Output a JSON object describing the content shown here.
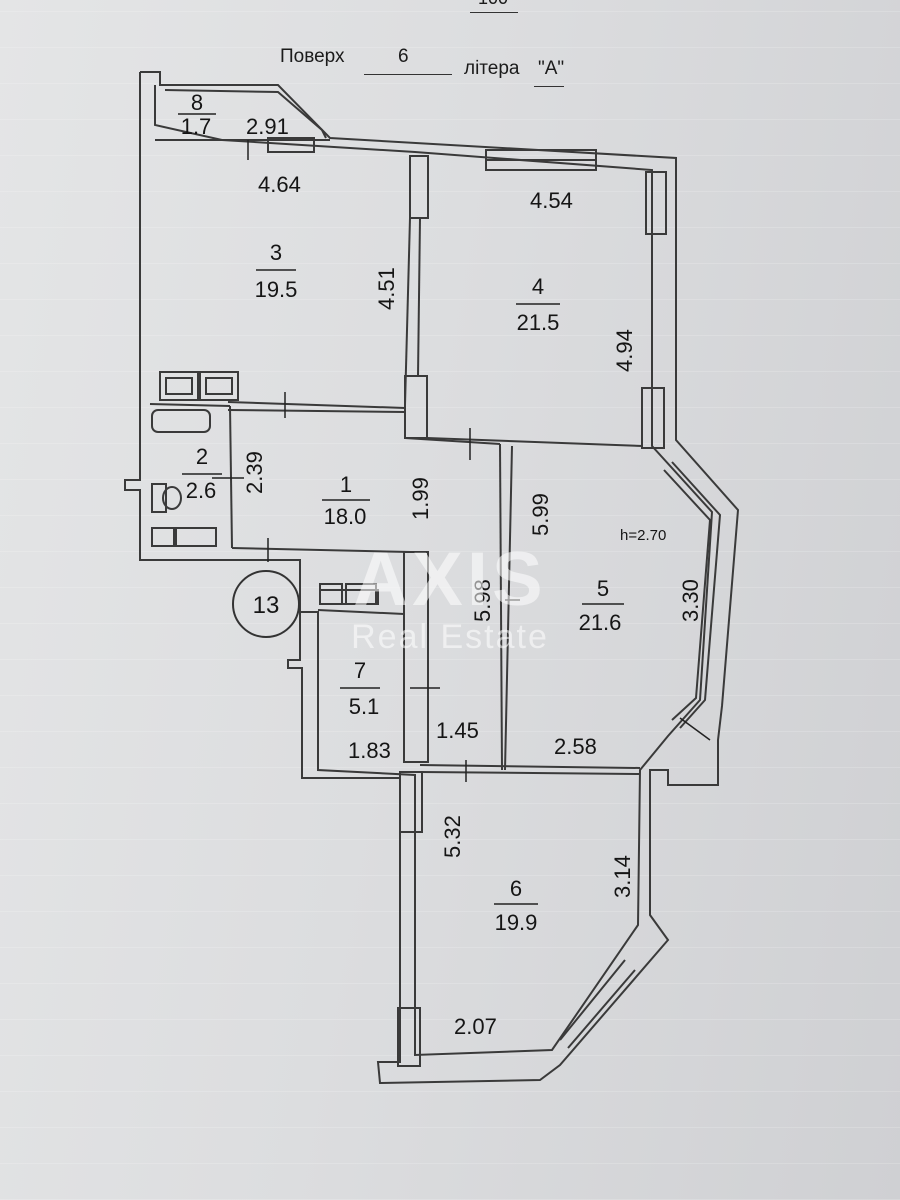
{
  "header": {
    "top_partial": "100",
    "floor_label": "Поверх",
    "floor_value": "6",
    "letter_label": "літера",
    "letter_value": "\"А\""
  },
  "ceiling_height": "h=2.70",
  "rooms": [
    {
      "id": "room-1",
      "number": "1",
      "area": "18.0"
    },
    {
      "id": "room-2",
      "number": "2",
      "area": "2.6"
    },
    {
      "id": "room-3",
      "number": "3",
      "area": "19.5"
    },
    {
      "id": "room-4",
      "number": "4",
      "area": "21.5"
    },
    {
      "id": "room-5",
      "number": "5",
      "area": "21.6"
    },
    {
      "id": "room-6",
      "number": "6",
      "area": "19.9"
    },
    {
      "id": "room-7",
      "number": "7",
      "area": "5.1"
    },
    {
      "id": "room-8",
      "number": "8",
      "area": "1.7"
    }
  ],
  "dimensions": {
    "d_2_91": "2.91",
    "d_4_64": "4.64",
    "d_4_51": "4.51",
    "d_4_54": "4.54",
    "d_4_94": "4.94",
    "d_2_39": "2.39",
    "d_1_99": "1.99",
    "d_5_99": "5.99",
    "d_5_98": "5.98",
    "d_3_30": "3.30",
    "d_1_83": "1.83",
    "d_1_45": "1.45",
    "d_2_58": "2.58",
    "d_5_32": "5.32",
    "d_3_14": "3.14",
    "d_2_07": "2.07"
  },
  "stair_marker": "13",
  "watermark": {
    "brand": "AXIS",
    "sub": "Real Estate"
  }
}
